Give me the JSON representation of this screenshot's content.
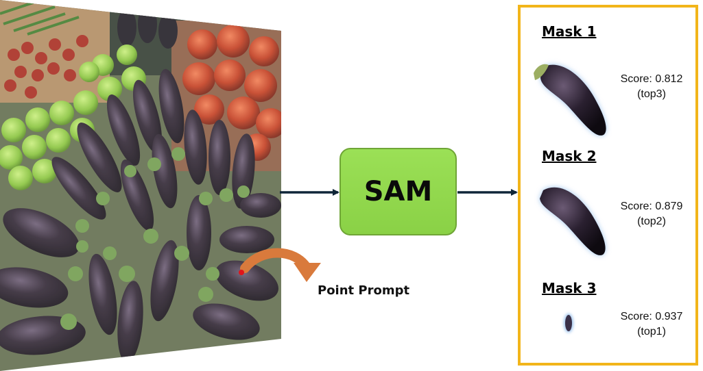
{
  "model": {
    "label": "SAM"
  },
  "prompt": {
    "label": "Point Prompt"
  },
  "masks": [
    {
      "title": "Mask 1",
      "score": "Score: 0.812",
      "rank": "(top3)"
    },
    {
      "title": "Mask 2",
      "score": "Score: 0.879",
      "rank": "(top2)"
    },
    {
      "title": "Mask 3",
      "score": "Score: 0.937",
      "rank": "(top1)"
    }
  ],
  "colors": {
    "panel_border": "#f2b51a",
    "sam_fill": "#8ad146",
    "arrow": "#0f2538",
    "prompt_arrow": "#d97a3c",
    "prompt_point": "#e0141a",
    "mask_glow": "#9cc3ec"
  }
}
